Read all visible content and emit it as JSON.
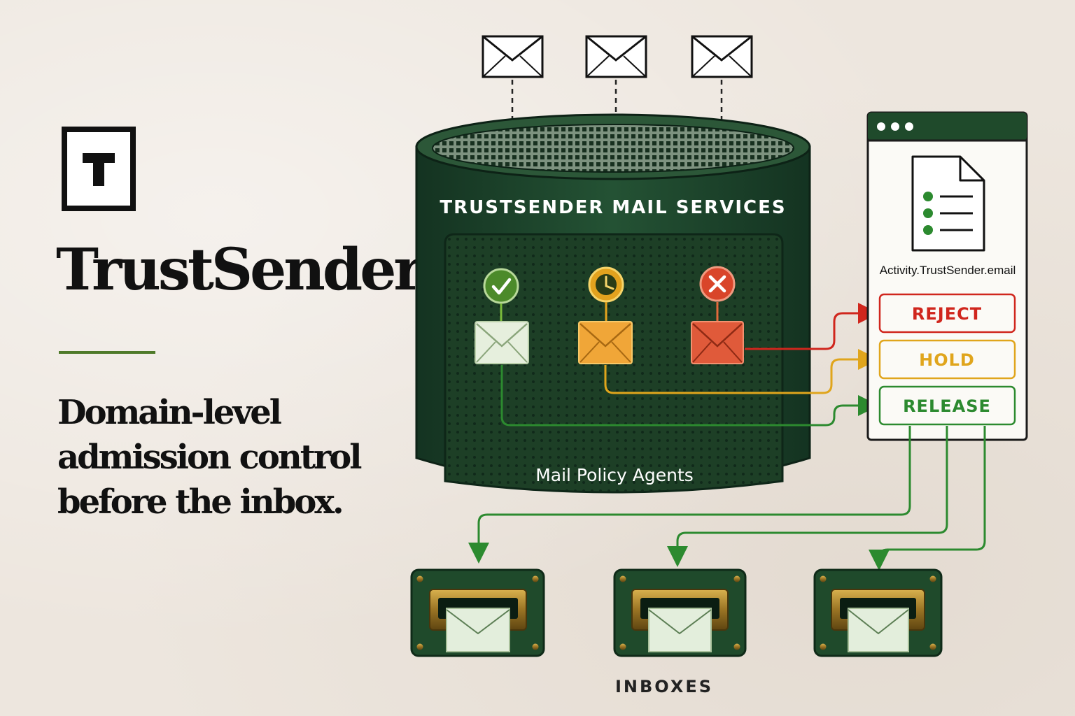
{
  "brand": {
    "logo_letter": "T",
    "name": "TrustSender",
    "tagline": [
      "Domain-level",
      "admission control",
      "before the inbox."
    ]
  },
  "service": {
    "title": "TRUSTSENDER MAIL SERVICES",
    "agents_label": "Mail Policy Agents",
    "statuses": [
      {
        "name": "approved",
        "icon": "check-icon",
        "color": "#4c8a2a"
      },
      {
        "name": "pending",
        "icon": "clock-icon",
        "color": "#e2a21e"
      },
      {
        "name": "rejected",
        "icon": "x-icon",
        "color": "#d9452a"
      }
    ]
  },
  "activity_window": {
    "url": "Activity.TrustSender.email",
    "icon": "document-list-icon",
    "actions": [
      {
        "label": "REJECT",
        "color": "#d0261d"
      },
      {
        "label": "HOLD",
        "color": "#e0a51c"
      },
      {
        "label": "RELEASE",
        "color": "#2c8a2f"
      }
    ]
  },
  "inboxes": {
    "label": "INBOXES",
    "count": 3
  },
  "colors": {
    "dark_green": "#1f4a2b",
    "reject": "#d0261d",
    "hold": "#e0a51c",
    "release": "#2c8a2f"
  }
}
